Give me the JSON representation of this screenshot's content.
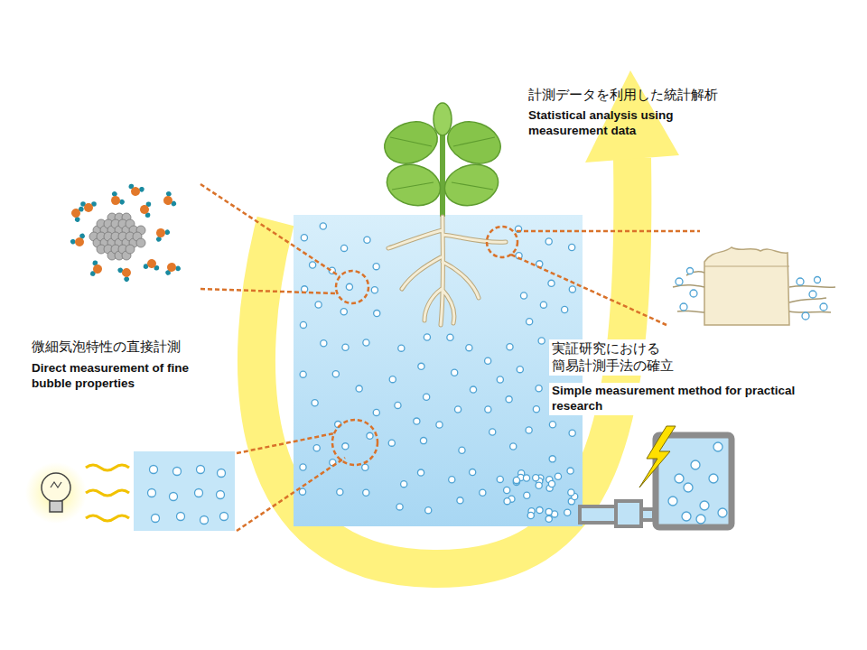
{
  "diagram": {
    "labels": [
      "計測データを利用した統計解析",
      "Statistical analysis using measurement data",
      "微細気泡特性の直接計測",
      "Direct measurement of fine bubble properties",
      "実証研究における 簡易計測手法の確立",
      "Simple measurement method for practical research"
    ]
  }
}
